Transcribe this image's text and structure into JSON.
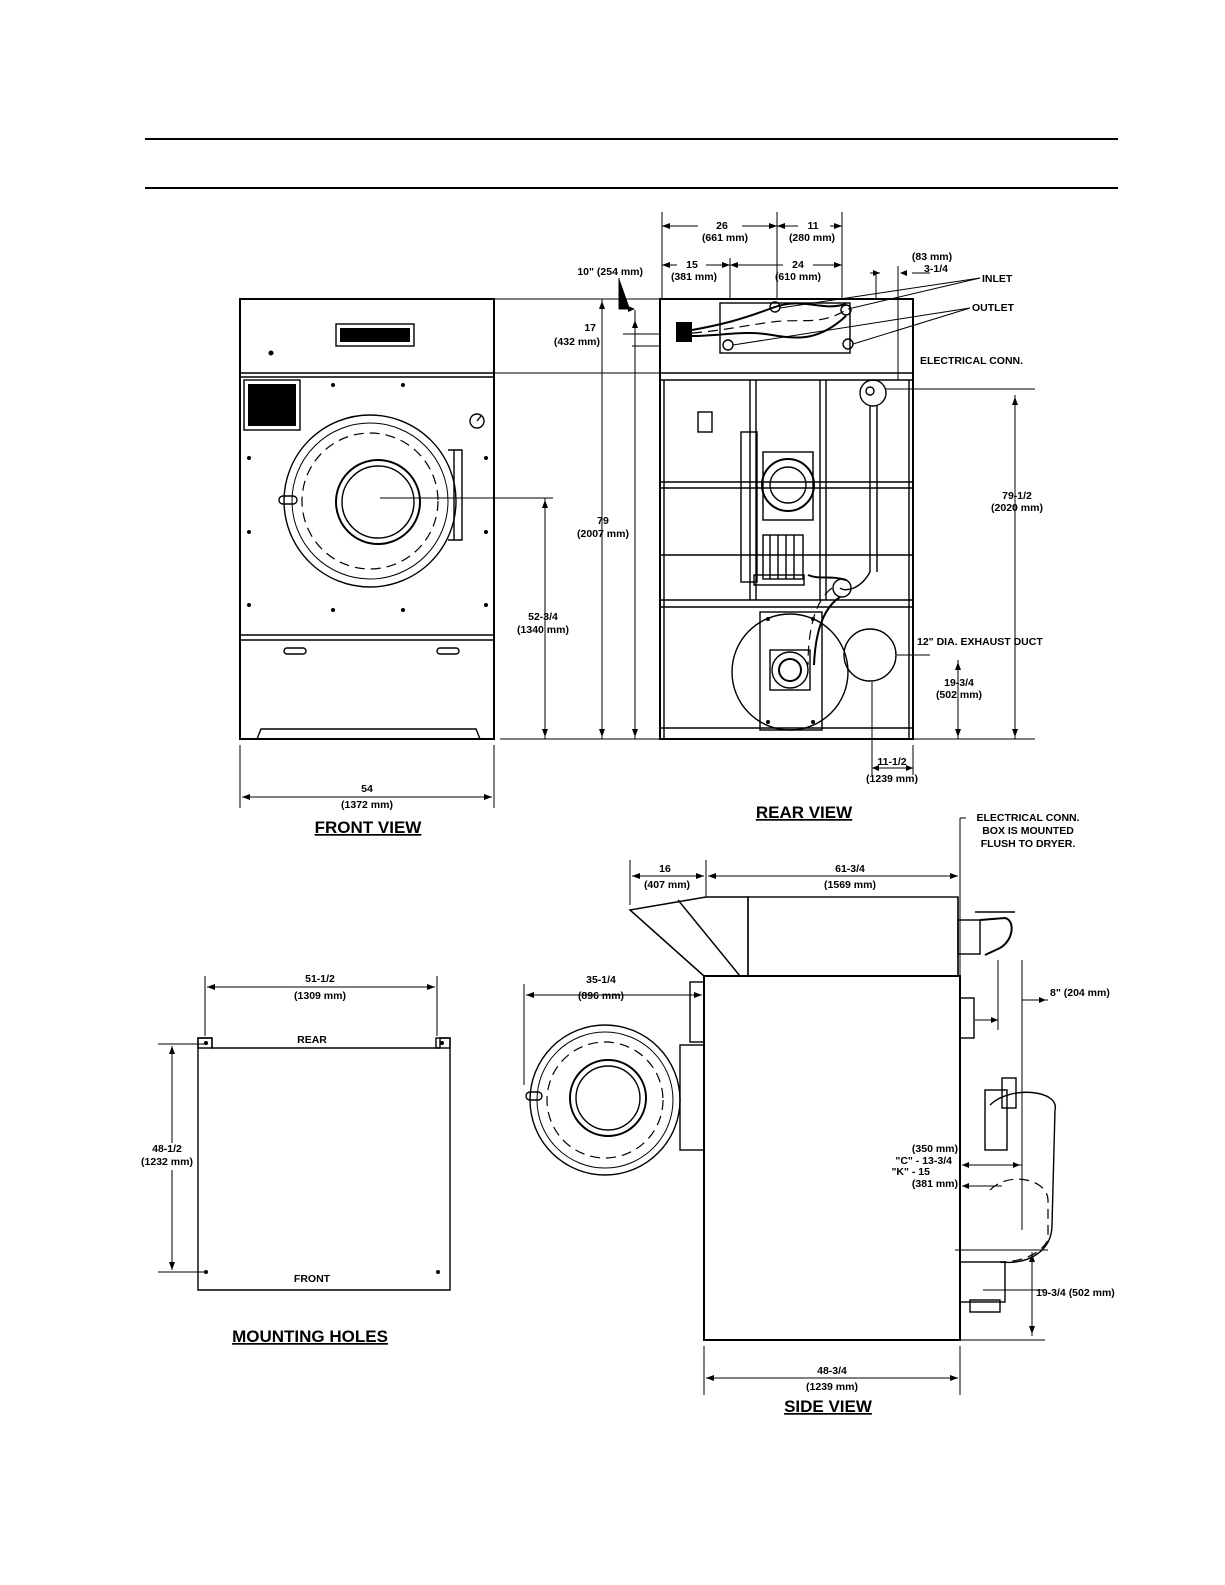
{
  "views": {
    "front": "FRONT VIEW",
    "rear": "REAR VIEW",
    "side": "SIDE VIEW",
    "mounting": "MOUNTING HOLES"
  },
  "front_dims": {
    "width": "54",
    "width_mm": "(1372 mm)",
    "height": "79",
    "height_mm": "(2007 mm)",
    "door_center": "52-3/4",
    "door_center_mm": "(1340 mm)",
    "top_panel": "17",
    "top_panel_mm": "(432 mm)",
    "top_offset": "10\" (254 mm)"
  },
  "rear_dims": {
    "d26": "26",
    "d26_mm": "(661 mm)",
    "d11": "11",
    "d11_mm": "(280 mm)",
    "d15": "15",
    "d15_mm": "(381 mm)",
    "d24": "24",
    "d24_mm": "(610 mm)",
    "d83_mm": "(83 mm)",
    "d3_1_4": "3-1/4",
    "inlet": "INLET",
    "outlet": "OUTLET",
    "elec_conn": "ELECTRICAL CONN.",
    "d79_1_2": "79-1/2",
    "d79_1_2_mm": "(2020 mm)",
    "exhaust": "12\" DIA. EXHAUST DUCT",
    "d19_3_4": "19-3/4",
    "d19_3_4_mm": "(502 mm)",
    "d11_1_2": "11-1/2",
    "d11_1_2_mm": "(1239 mm)"
  },
  "mount_dims": {
    "width": "51-1/2",
    "width_mm": "(1309 mm)",
    "depth": "48-1/2",
    "depth_mm": "(1232 mm)",
    "rear": "REAR",
    "front": "FRONT"
  },
  "side_dims": {
    "d16": "16",
    "d16_mm": "(407 mm)",
    "d61_3_4": "61-3/4",
    "d61_3_4_mm": "(1569 mm)",
    "note_line1": "ELECTRICAL CONN.",
    "note_line2": "BOX IS MOUNTED",
    "note_line3": "FLUSH TO DRYER.",
    "d35_1_4": "35-1/4",
    "d35_1_4_mm": "(896 mm)",
    "d8": "8\" (204 mm)",
    "c350_mm": "(350 mm)",
    "c_val": "\"C\" - 13-3/4",
    "k_val": "\"K\" - 15",
    "k381_mm": "(381 mm)",
    "d19_3_4": "19-3/4 (502 mm)",
    "d48_3_4": "48-3/4",
    "d48_3_4_mm": "(1239 mm)"
  }
}
